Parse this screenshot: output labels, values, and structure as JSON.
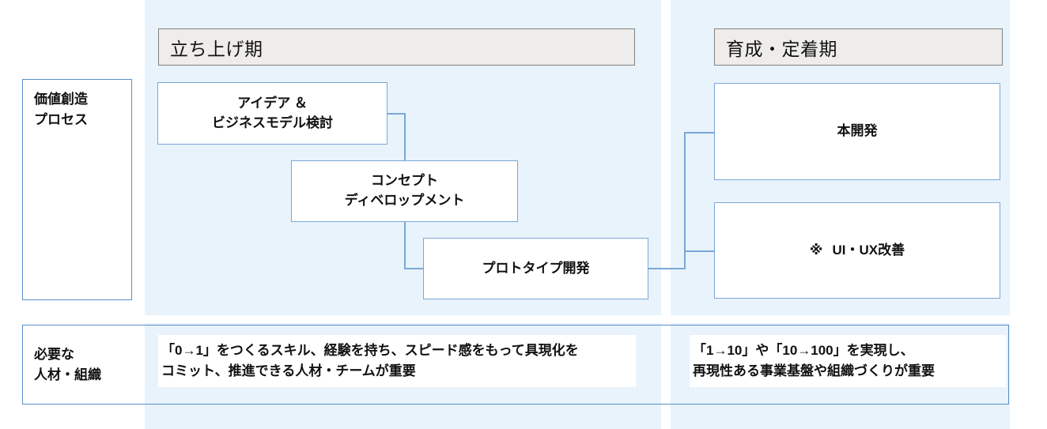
{
  "colors": {
    "panel_bg": "#e9f3fc",
    "header_bg": "#efedeb",
    "header_border": "#808080",
    "box_border": "#7ba7d7",
    "label_border": "#5b8fc9",
    "text": "#111111",
    "page_bg": "#ffffff"
  },
  "row_labels": {
    "process": {
      "line1": "価値創造",
      "line2": "プロセス"
    },
    "people": {
      "line1": "必要な",
      "line2": "人材・組織"
    }
  },
  "phases": [
    {
      "id": "startup",
      "header": "立ち上げ期",
      "steps": [
        {
          "id": "idea",
          "label_line1": "アイデア ＆",
          "label_line2": "ビジネスモデル検討"
        },
        {
          "id": "concept",
          "label_line1": "コンセプト",
          "label_line2": "ディベロップメント"
        },
        {
          "id": "prototype",
          "label_line1": "プロトタイプ開発",
          "label_line2": ""
        }
      ],
      "staffing_note": {
        "line1": "「0→1」をつくるスキル、経験を持ち、スピード感をもって具現化を",
        "line2": "コミット、推進できる人材・チームが重要"
      }
    },
    {
      "id": "growth",
      "header": "育成・定着期",
      "steps": [
        {
          "id": "main-dev",
          "label_line1": "本開発",
          "label_line2": ""
        },
        {
          "id": "uiux",
          "marker": "※",
          "label_line1": "UI・UX改善",
          "label_line2": ""
        }
      ],
      "staffing_note": {
        "line1": "「1→10」や「10→100」を実現し、",
        "line2": "再現性ある事業基盤や組織づくりが重要"
      }
    }
  ]
}
